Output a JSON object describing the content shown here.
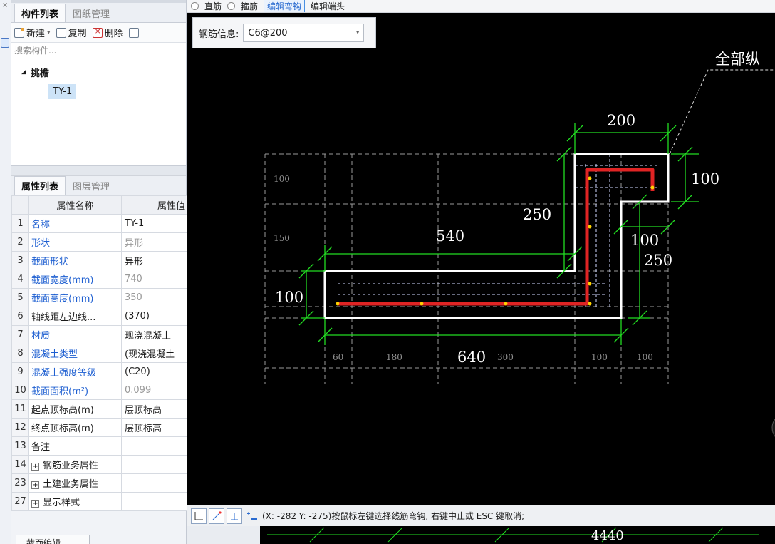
{
  "top_strip": {
    "opt1": "直筋",
    "opt2": "箍筋",
    "opt3": "编辑弯钩",
    "opt4": "编辑端头"
  },
  "component_pane": {
    "tabs": [
      "构件列表",
      "图纸管理"
    ],
    "toolbar": {
      "new": "新建",
      "copy": "复制",
      "delete": "删除"
    },
    "search_placeholder": "搜索构件...",
    "tree_group": "挑檐",
    "tree_item": "TY-1"
  },
  "property_pane": {
    "tabs": [
      "属性列表",
      "图层管理"
    ],
    "col_name": "属性名称",
    "col_value": "属性值",
    "rows": [
      {
        "n": "1",
        "name": "名称",
        "value": "TY-1"
      },
      {
        "n": "2",
        "name": "形状",
        "value": "异形"
      },
      {
        "n": "3",
        "name": "截面形状",
        "value": "异形"
      },
      {
        "n": "4",
        "name": "截面宽度(mm)",
        "value": "740"
      },
      {
        "n": "5",
        "name": "截面高度(mm)",
        "value": "350"
      },
      {
        "n": "6",
        "name": "轴线距左边线...",
        "value": "(370)"
      },
      {
        "n": "7",
        "name": "材质",
        "value": "现浇混凝土"
      },
      {
        "n": "8",
        "name": "混凝土类型",
        "value": "(现浇混凝土"
      },
      {
        "n": "9",
        "name": "混凝土强度等级",
        "value": "(C20)"
      },
      {
        "n": "10",
        "name": "截面面积(m²)",
        "value": "0.099"
      },
      {
        "n": "11",
        "name": "起点顶标高(m)",
        "value": "层顶标高"
      },
      {
        "n": "12",
        "name": "终点顶标高(m)",
        "value": "层顶标高"
      },
      {
        "n": "13",
        "name": "备注",
        "value": ""
      },
      {
        "n": "14",
        "name": "钢筋业务属性",
        "value": ""
      },
      {
        "n": "23",
        "name": "土建业务属性",
        "value": ""
      },
      {
        "n": "27",
        "name": "显示样式",
        "value": ""
      }
    ],
    "bottom_button": "截面编辑"
  },
  "rebar_info": {
    "label": "钢筋信息:",
    "value": "C6@200"
  },
  "drawing": {
    "annotation": "全部纵",
    "dims": {
      "d200": "200",
      "d100a": "100",
      "d250a": "250",
      "d540": "540",
      "d100b": "100",
      "d250b": "250",
      "d100c": "100",
      "d640": "640"
    },
    "grid_v": {
      "g100": "100",
      "g150": "150"
    },
    "grid_h": {
      "g60": "60",
      "g180": "180",
      "g300": "300",
      "g100a": "100",
      "g100b": "100"
    }
  },
  "status": {
    "coords": "(X: -282 Y: -275)按鼠标左键选择线筋弯钩, 右键中止或 ESC 键取消;"
  },
  "bottom_readout": "4440"
}
